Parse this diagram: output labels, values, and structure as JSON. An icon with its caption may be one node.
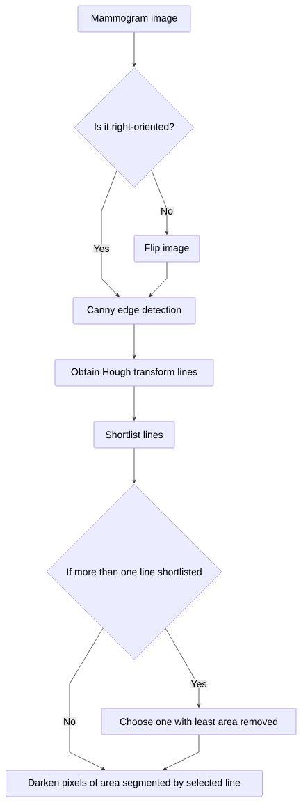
{
  "diagram": {
    "nodes": [
      {
        "text": [
          "Mammogram image"
        ]
      },
      {
        "text": [
          "Is it right-oriented?"
        ]
      },
      {
        "text": [
          "Flip image"
        ]
      },
      {
        "text": [
          "Canny edge detection"
        ]
      },
      {
        "text": [
          "Obtain Hough transform lines"
        ]
      },
      {
        "text": [
          "Shortlist lines"
        ]
      },
      {
        "text": [
          "If more than one line shortlisted"
        ]
      },
      {
        "text": [
          "Choose one with least area removed"
        ]
      },
      {
        "text": [
          "Darken pixels of area segmented by selected line"
        ]
      }
    ],
    "edges": [
      {
        "from": 0,
        "to": 1,
        "arrow": "to"
      },
      {
        "from": 1,
        "to": 3,
        "arrow": "to",
        "label": "Yes"
      },
      {
        "from": 1,
        "to": 2,
        "arrow": "to",
        "label": "No"
      },
      {
        "from": 2,
        "to": 3,
        "arrow": "to"
      },
      {
        "from": 3,
        "to": 4,
        "arrow": "to"
      },
      {
        "from": 4,
        "to": 5,
        "arrow": "to"
      },
      {
        "from": 5,
        "to": 6,
        "arrow": "to"
      },
      {
        "from": 6,
        "to": 8,
        "arrow": "to",
        "label": "No"
      },
      {
        "from": 6,
        "to": 7,
        "arrow": "to",
        "label": "Yes"
      },
      {
        "from": 7,
        "to": 8,
        "arrow": "to"
      }
    ]
  }
}
